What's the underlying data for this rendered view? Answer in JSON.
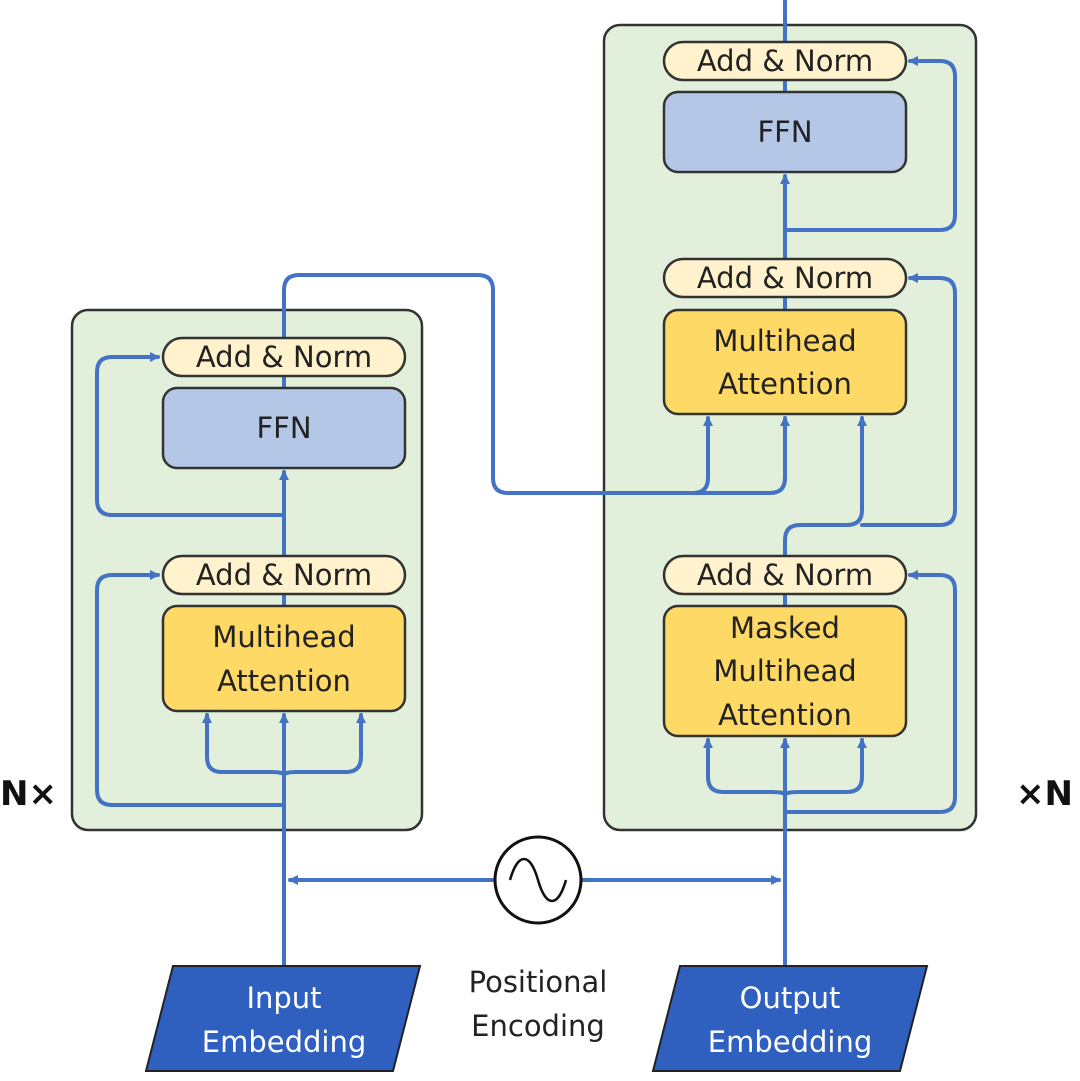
{
  "encoder": {
    "add_norm_top": "Add & Norm",
    "ffn": "FFN",
    "add_norm_bottom": "Add & Norm",
    "attention_line1": "Multihead",
    "attention_line2": "Attention",
    "repeat_label": "N×"
  },
  "decoder": {
    "add_norm_top": "Add & Norm",
    "ffn": "FFN",
    "add_norm_middle": "Add & Norm",
    "cross_attention_line1": "Multihead",
    "cross_attention_line2": "Attention",
    "add_norm_bottom": "Add & Norm",
    "masked_attention_line1": "Masked",
    "masked_attention_line2": "Multihead",
    "masked_attention_line3": "Attention",
    "repeat_label": "×N"
  },
  "input_embedding": {
    "line1": "Input",
    "line2": "Embedding"
  },
  "output_embedding": {
    "line1": "Output",
    "line2": "Embedding"
  },
  "positional_encoding": {
    "line1": "Positional",
    "line2": "Encoding"
  },
  "colors": {
    "panel_fill": "#e2efda",
    "panel_stroke": "#333333",
    "add_norm_fill": "#fff2cc",
    "ffn_fill": "#b4c7e7",
    "attention_fill": "#ffd966",
    "embedding_fill": "#2f5fbf",
    "arrow": "#4472c4"
  }
}
